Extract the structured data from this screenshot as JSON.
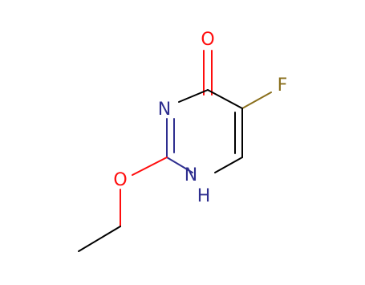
{
  "atoms": {
    "oxygen_carbonyl": "O",
    "fluorine": "F",
    "nitrogen_ring": "N",
    "nitrogen_nh": "N",
    "hydrogen_nh": "H",
    "oxygen_ether": "O"
  },
  "colors": {
    "bond": "#000000",
    "oxygen": "#ff0d0d",
    "nitrogen": "#2e2e8f",
    "fluorine": "#8a6f1c",
    "background": "#ffffff"
  }
}
